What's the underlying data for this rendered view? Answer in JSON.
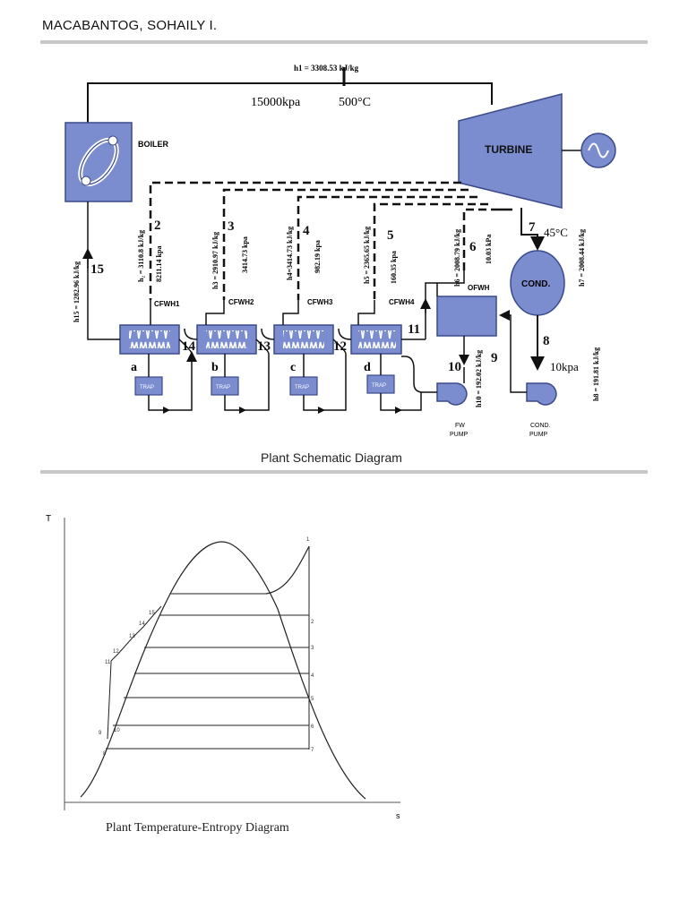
{
  "header": {
    "author": "MACABANTOG, SOHAILY I."
  },
  "schematic": {
    "caption": "Plant Schematic Diagram",
    "h1_label": "h1 = 3308.53 kJ/kg",
    "boiler_pressure": "15000kpa",
    "boiler_temp": "500°C",
    "boiler_label": "BOILER",
    "turbine_label": "TURBINE",
    "cond_label": "COND.",
    "ofwh_label": "OFWH",
    "cfwh": [
      "CFWH1",
      "CFWH2",
      "CFWH3",
      "CFWH4"
    ],
    "trap_label": "TRAP",
    "fw_pump": [
      "FW",
      "PUMP"
    ],
    "cond_pump": [
      "COND.",
      "PUMP"
    ],
    "state_numbers": [
      "2",
      "3",
      "4",
      "5",
      "6",
      "7",
      "8",
      "9",
      "10",
      "11",
      "12",
      "13",
      "14",
      "15"
    ],
    "trap_letters": [
      "a",
      "b",
      "c",
      "d"
    ],
    "extraction": [
      {
        "h": "h₂ = 3110.8 kJ/kg",
        "p": "8211.14 kpa"
      },
      {
        "h": "h3 = 2910.97 kJ/kg",
        "p": "3414.73 kpa"
      },
      {
        "h": "h4=3414.73 kJ/kg",
        "p": "982.19 kpa"
      },
      {
        "h": "h5 = 2365.65 kJ/kg",
        "p": "160.35 kpa"
      },
      {
        "h": "h6 = 2008.79 kJ/kg",
        "p": "10.03 kPa"
      }
    ],
    "h7_label": "h7 = 2008.44 kJ/kg",
    "cond_temp": "45°C",
    "h8_label": "h8 = 191.81 kJ/kg",
    "cond_pressure": "10kpa",
    "h10_label": "h10 = 192.02 kJ/kg",
    "h15_label": "h15 = 1282.96 kJ/kg"
  },
  "ts": {
    "caption": "Plant Temperature-Entropy Diagram",
    "axis_t": "T",
    "axis_s": "s",
    "points": [
      "1",
      "2",
      "3",
      "4",
      "5",
      "6",
      "7",
      "8",
      "9",
      "10",
      "11",
      "12",
      "13",
      "14",
      "15"
    ]
  }
}
